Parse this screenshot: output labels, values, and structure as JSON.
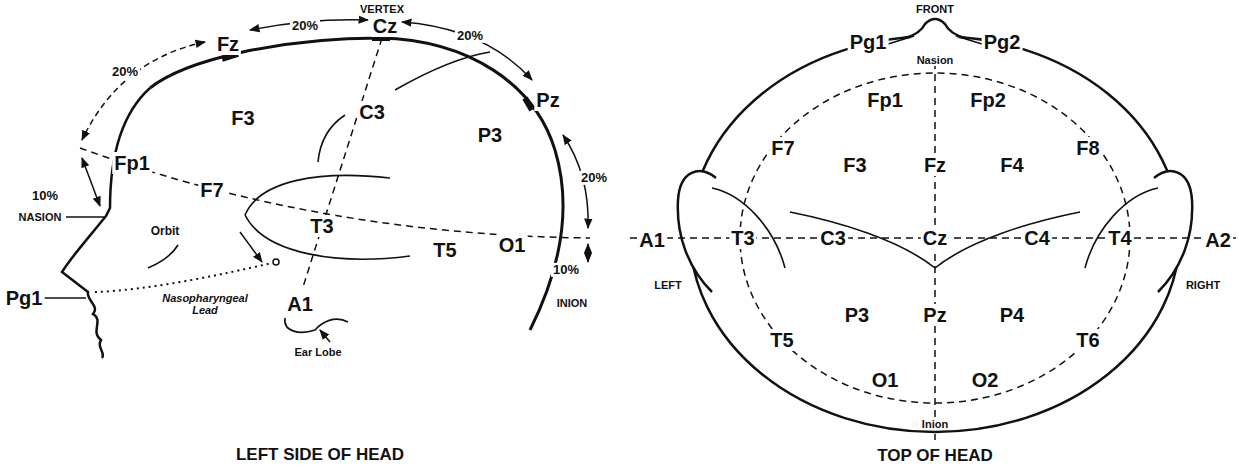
{
  "diagram": {
    "labels": [
      "VERTEX",
      "20%",
      "Fz",
      "20%",
      "Cz",
      "20%",
      "Pz",
      "F3",
      "C3",
      "P3",
      "Fp1",
      "F7",
      "20%",
      "10%",
      "NASION",
      "Orbit",
      "T3",
      "T5",
      "O1",
      "10%",
      "INION",
      "Pg1",
      "Nasopharyngeal Lead",
      "A1",
      "Ear Lobe",
      "LEFT SIDE OF HEAD",
      "FRONT",
      "Pg1",
      "Pg2",
      "Nasion",
      "Fp1",
      "Fp2",
      "F7",
      "F3",
      "Fz",
      "F4",
      "F8",
      "A1",
      "LEFT",
      "T3",
      "C3",
      "Cz",
      "C4",
      "T4",
      "A2",
      "RIGHT",
      "T5",
      "P3",
      "Pz",
      "P4",
      "T6",
      "O1",
      "O2",
      "Inion",
      "TOP OF HEAD"
    ]
  }
}
